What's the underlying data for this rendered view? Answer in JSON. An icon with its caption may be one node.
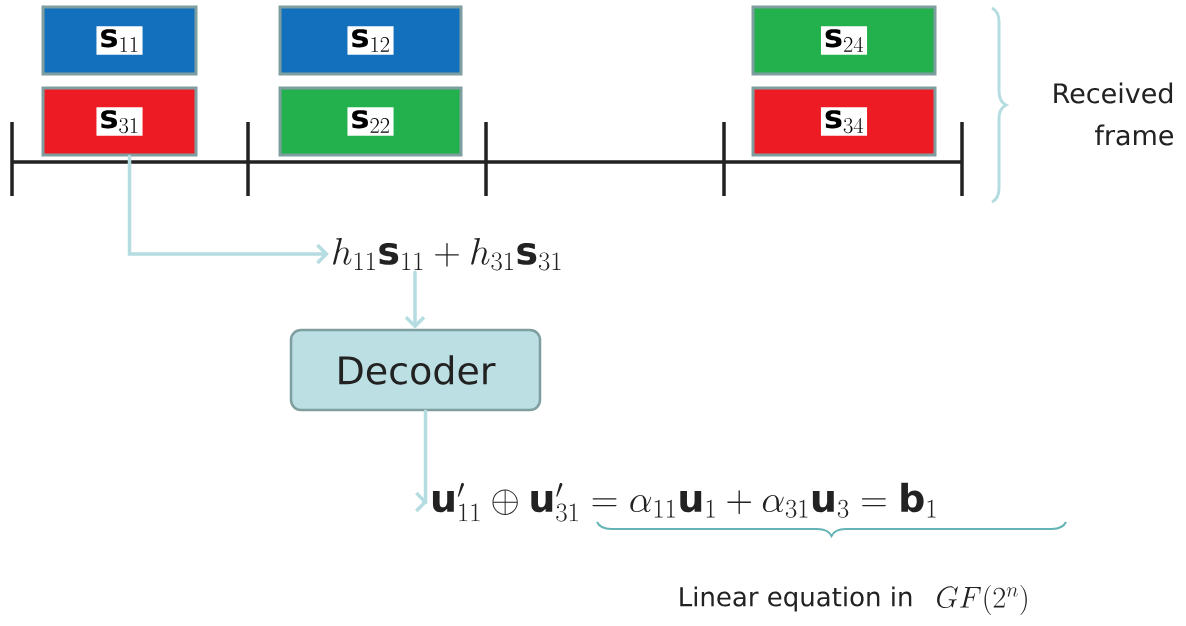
{
  "diagram": {
    "nodes": [
      {
        "text": [
          "\\mathbf{s}_{11}"
        ]
      },
      {
        "text": [
          "\\mathbf{s}_{12}"
        ]
      },
      {
        "text": [
          "\\mathbf{s}_{24}"
        ]
      },
      {
        "text": [
          "\\mathbf{s}_{31}"
        ]
      },
      {
        "text": [
          "\\mathbf{s}_{22}"
        ]
      },
      {
        "text": [
          "\\mathbf{s}_{34}"
        ]
      },
      {
        "text": [
          "h_{11}\\mathbf{s}_{11} + h_{31}\\mathbf{s}_{31}"
        ]
      },
      {
        "text": [
          "Decoder"
        ]
      },
      {
        "text": [
          "\\mathbf{u}'_{11} \\oplus \\mathbf{u}'_{31} = \\alpha_{11}\\mathbf{u}_1 + \\alpha_{31}\\mathbf{u}_3 = \\mathbf{b}_1"
        ]
      }
    ],
    "edges": [
      {
        "from": 3,
        "to": 6,
        "arrow": "to"
      },
      {
        "from": 6,
        "to": 7,
        "arrow": "to"
      },
      {
        "from": 7,
        "to": 8,
        "arrow": "to"
      }
    ],
    "labels": [
      "Received frame",
      "Linear equation in",
      "GF(2^n)"
    ]
  }
}
